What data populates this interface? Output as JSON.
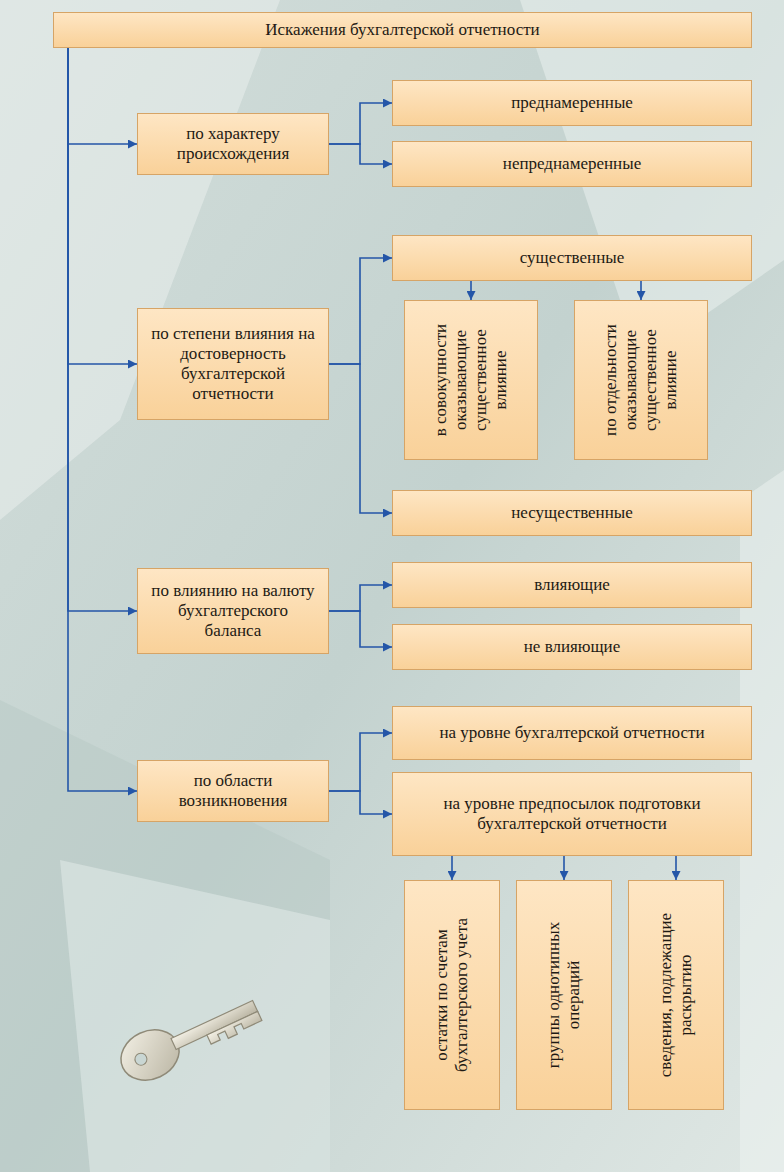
{
  "diagram": {
    "nodes": [
      {
        "text": [
          "Искажения бухгалтерской отчетности"
        ]
      },
      {
        "text": [
          "по характеру происхождения"
        ]
      },
      {
        "text": [
          "преднамеренные"
        ]
      },
      {
        "text": [
          "непреднамеренные"
        ]
      },
      {
        "text": [
          "по степени влияния на достоверность бухгалтерской отчетности"
        ]
      },
      {
        "text": [
          "существенные"
        ]
      },
      {
        "text": [
          "в совокупности оказывающие существенное влияние"
        ]
      },
      {
        "text": [
          "по отдельности оказывающие существенное влияние"
        ]
      },
      {
        "text": [
          "несущественные"
        ]
      },
      {
        "text": [
          "по влиянию на валюту бухгалтерского баланса"
        ]
      },
      {
        "text": [
          "влияющие"
        ]
      },
      {
        "text": [
          "не влияющие"
        ]
      },
      {
        "text": [
          "по области возникновения"
        ]
      },
      {
        "text": [
          "на уровне бухгалтерской отчетности"
        ]
      },
      {
        "text": [
          "на уровне предпосылок подготовки бухгалтерской отчетности"
        ]
      },
      {
        "text": [
          "остатки по счетам бухгалтерского учета"
        ]
      },
      {
        "text": [
          "группы однотипных операций"
        ]
      },
      {
        "text": [
          "сведения, подлежащие раскрытию"
        ]
      }
    ],
    "edges": [
      {
        "from": 0,
        "to": 1,
        "arrow": "to"
      },
      {
        "from": 0,
        "to": 4,
        "arrow": "to"
      },
      {
        "from": 0,
        "to": 9,
        "arrow": "to"
      },
      {
        "from": 0,
        "to": 12,
        "arrow": "to"
      },
      {
        "from": 1,
        "to": 2,
        "arrow": "to"
      },
      {
        "from": 1,
        "to": 3,
        "arrow": "to"
      },
      {
        "from": 4,
        "to": 5,
        "arrow": "to"
      },
      {
        "from": 4,
        "to": 8,
        "arrow": "to"
      },
      {
        "from": 5,
        "to": 6,
        "arrow": "to"
      },
      {
        "from": 5,
        "to": 7,
        "arrow": "to"
      },
      {
        "from": 9,
        "to": 10,
        "arrow": "to"
      },
      {
        "from": 9,
        "to": 11,
        "arrow": "to"
      },
      {
        "from": 12,
        "to": 13,
        "arrow": "to"
      },
      {
        "from": 12,
        "to": 14,
        "arrow": "to"
      },
      {
        "from": 14,
        "to": 15,
        "arrow": "to"
      },
      {
        "from": 14,
        "to": 16,
        "arrow": "to"
      },
      {
        "from": 14,
        "to": 17,
        "arrow": "to"
      }
    ]
  }
}
